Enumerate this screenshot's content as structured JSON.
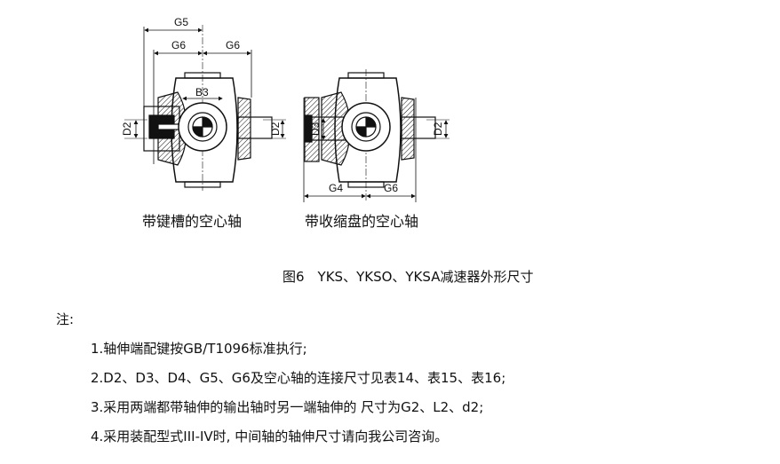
{
  "figure": {
    "left": {
      "caption": "带键槽的空心轴",
      "dims": {
        "g5": "G5",
        "g6_left": "G6",
        "g6_right": "G6",
        "b3": "B3",
        "d2_left": "D2",
        "d2_right": "D2"
      }
    },
    "right": {
      "caption": "带收缩盘的空心轴",
      "dims": {
        "g4": "G4",
        "g6": "G6",
        "d3": "D3",
        "d2": "D2"
      }
    },
    "title": "图6　YKS、YKSO、YKSA减速器外形尺寸"
  },
  "notes": {
    "heading": "注:",
    "items": [
      "1.轴伸端配键按GB/T1096标准执行;",
      "2.D2、D3、D4、G5、G6及空心轴的连接尺寸见表14、表15、表16;",
      "3.采用两端都带轴伸的输出轴时另一端轴伸的 尺寸为G2、L2、d2;",
      "4.采用装配型式III-IV时, 中间轴的轴伸尺寸请向我公司咨询。"
    ]
  }
}
